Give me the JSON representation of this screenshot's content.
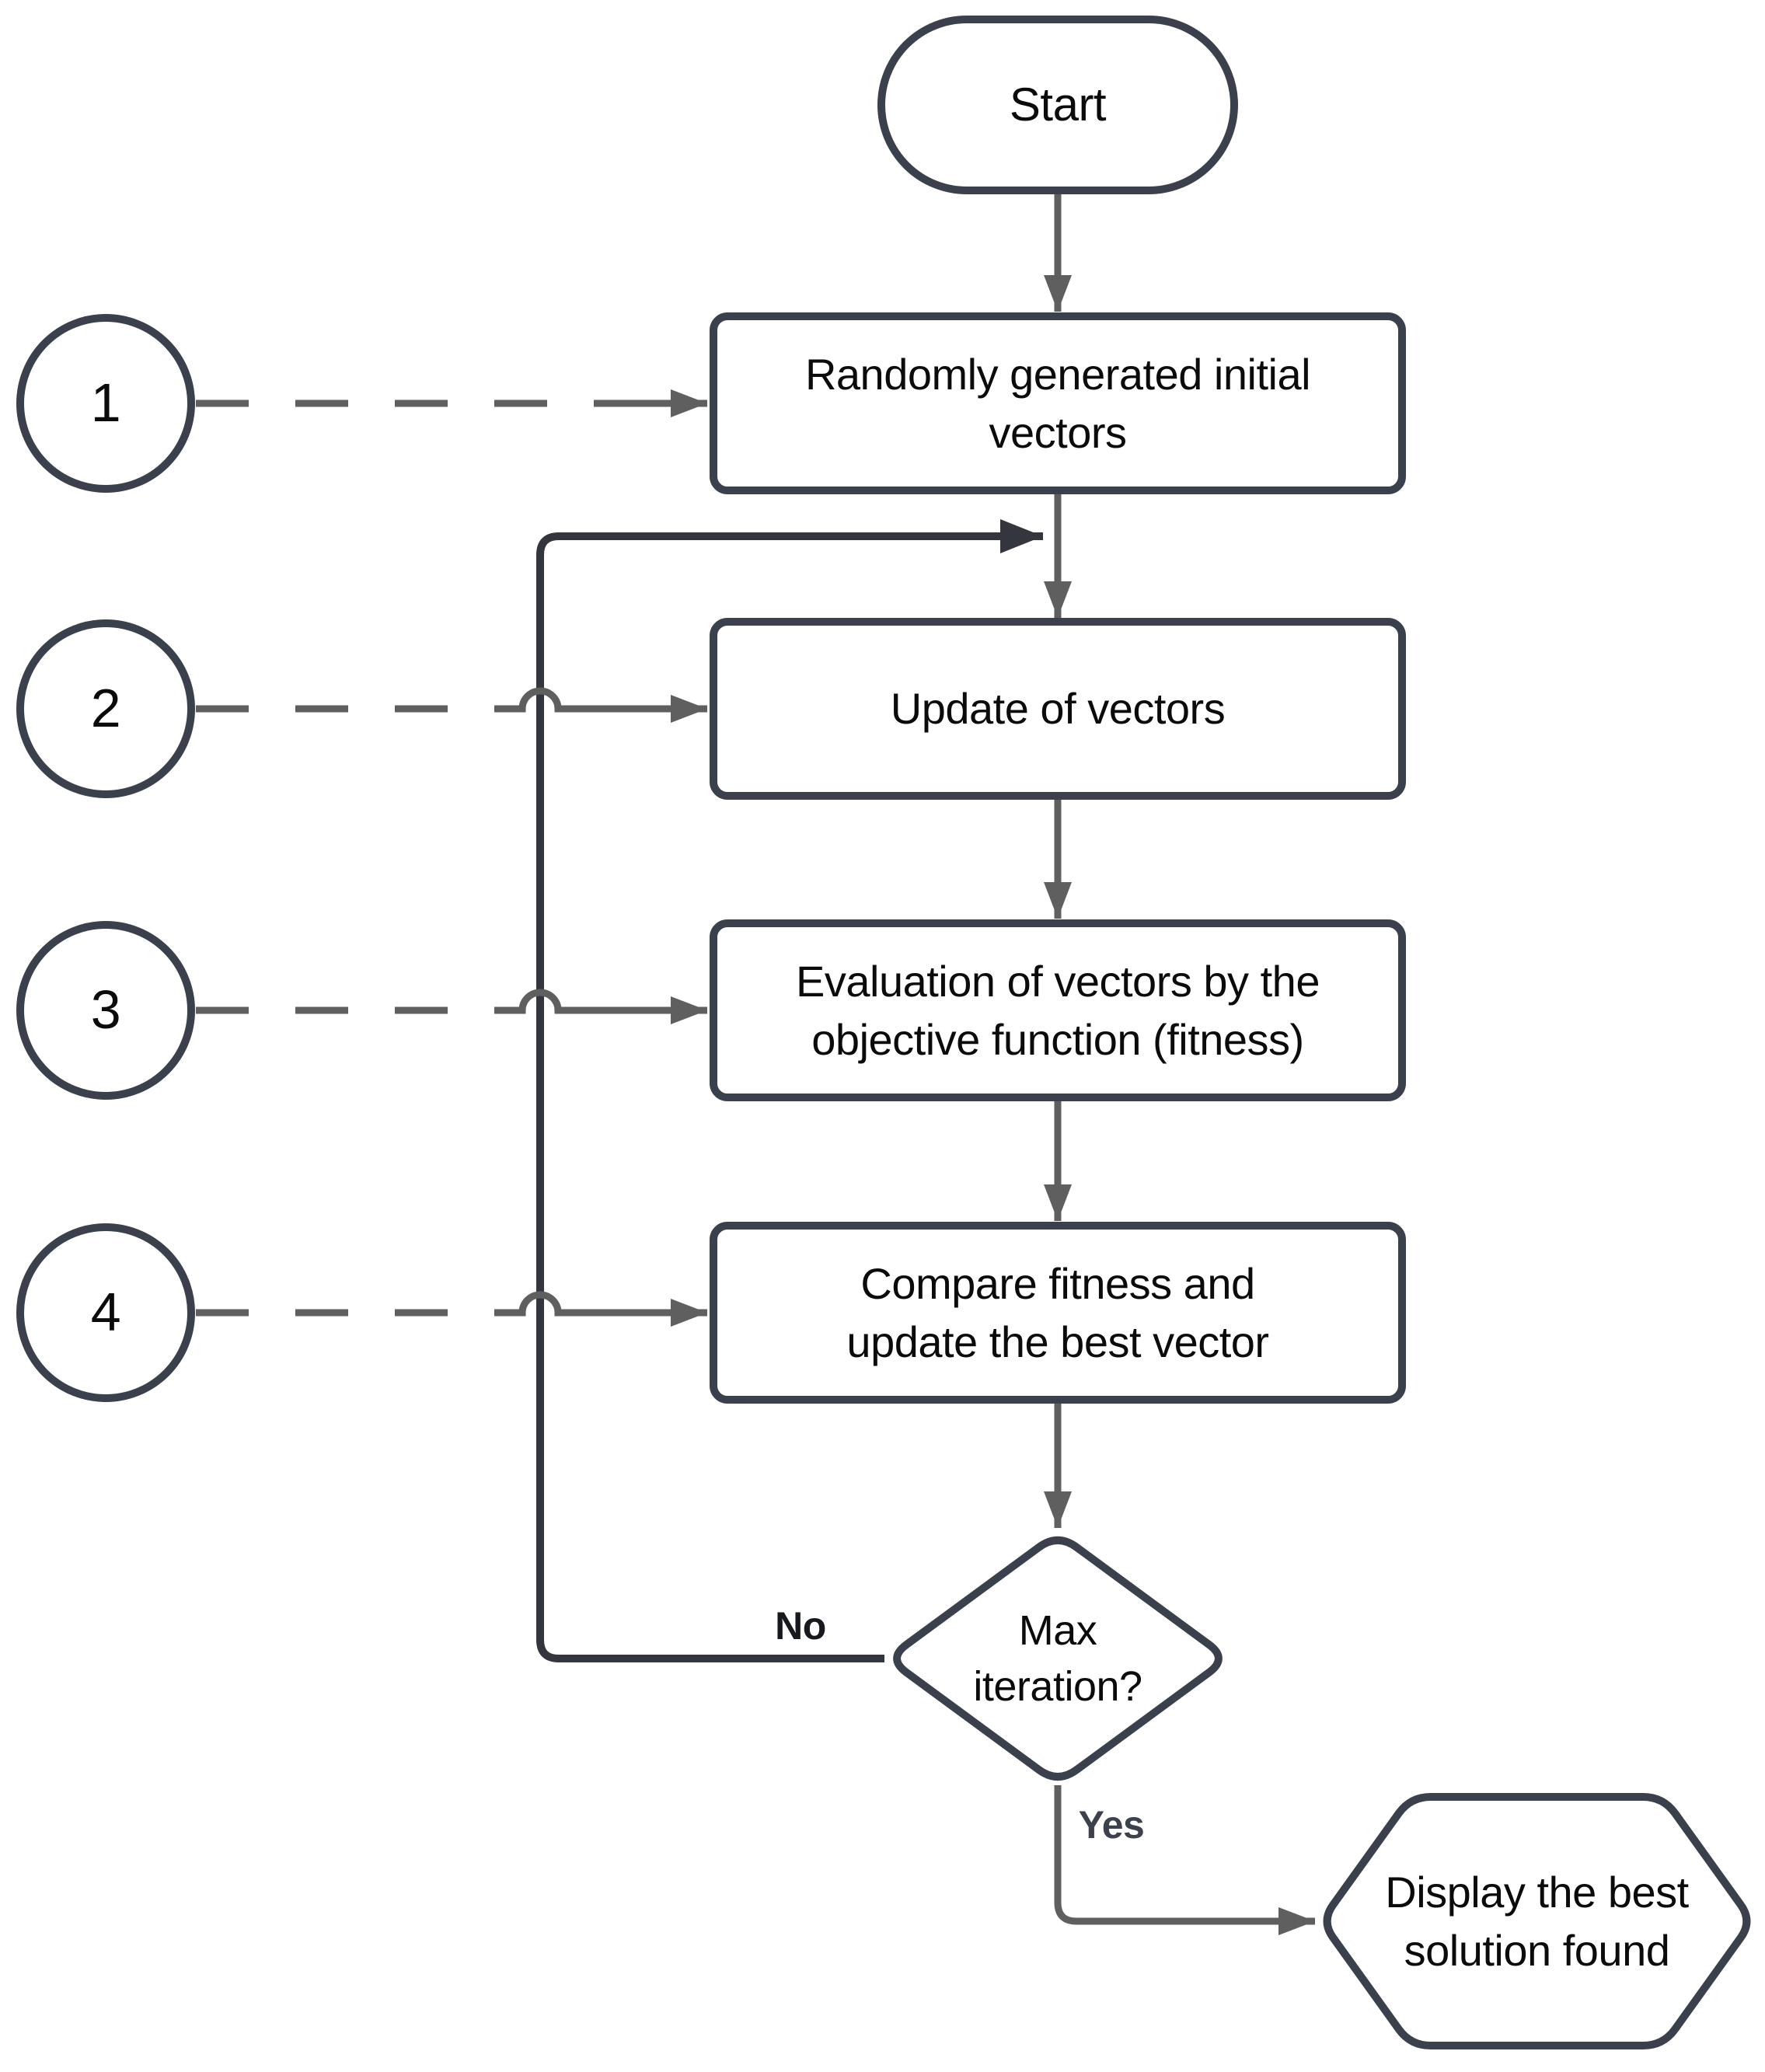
{
  "flowchart": {
    "nodes": {
      "start": "Start",
      "step1": "Randomly generated initial\nvectors",
      "step2": "Update of vectors",
      "step3": "Evaluation of vectors by the\nobjective function (fitness)",
      "step4": "Compare fitness and\nupdate the best vector",
      "decision": "Max\niteration?",
      "end": "Display the best\nsolution found"
    },
    "step_badges": [
      "1",
      "2",
      "3",
      "4"
    ],
    "edge_labels": {
      "no": "No",
      "yes": "Yes"
    },
    "colors": {
      "shape_border": "#3a414c",
      "connector_gray": "#5f5f5f",
      "loop_dark": "#33373d",
      "text": "#0b0b0b",
      "background": "#ffffff"
    }
  }
}
